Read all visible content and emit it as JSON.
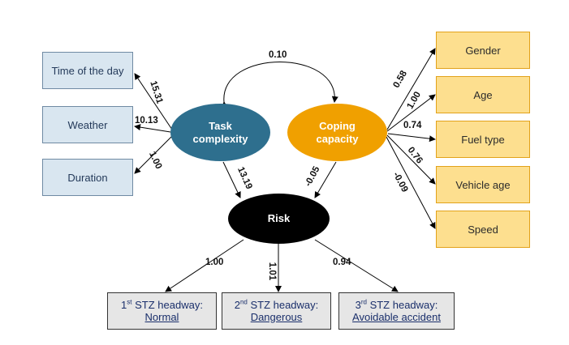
{
  "diagram": {
    "covariance_label": "0.10",
    "nodes": {
      "task": "Task complexity",
      "coping": "Coping capacity",
      "risk": "Risk"
    },
    "left_indicators": [
      {
        "label": "Time of the day",
        "coef": "15.31"
      },
      {
        "label": "Weather",
        "coef": "10.13"
      },
      {
        "label": "Duration",
        "coef": "1.00"
      }
    ],
    "right_indicators": [
      {
        "label": "Gender",
        "coef": "0.58"
      },
      {
        "label": "Age",
        "coef": "1.00"
      },
      {
        "label": "Fuel type",
        "coef": "0.74"
      },
      {
        "label": "Vehicle age",
        "coef": "0.76"
      },
      {
        "label": "Speed",
        "coef": "-0.09"
      }
    ],
    "paths_to_risk": {
      "task": "13.19",
      "coping": "-0.05"
    },
    "outcomes": [
      {
        "ordinal": "1",
        "suffix": "st",
        "rest": " STZ headway:",
        "value": "Normal",
        "coef": "1.00"
      },
      {
        "ordinal": "2",
        "suffix": "nd",
        "rest": " STZ headway:",
        "value": "Dangerous",
        "coef": "1.01"
      },
      {
        "ordinal": "3",
        "suffix": "rd",
        "rest": " STZ headway:",
        "value": "Avoidable accident",
        "coef": "0.94"
      }
    ],
    "colors": {
      "task": "#2e6f8e",
      "coping": "#f0a000",
      "risk": "#000000"
    }
  }
}
